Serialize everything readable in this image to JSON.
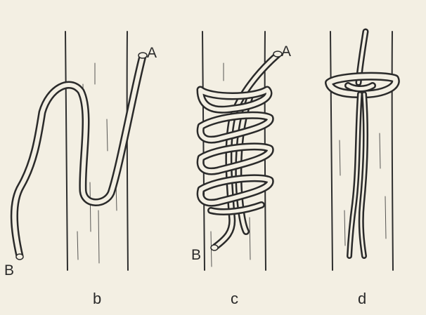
{
  "panels": [
    {
      "caption": "b",
      "rope_ends": [
        "A",
        "B"
      ]
    },
    {
      "caption": "c",
      "rope_ends": [
        "A",
        "B"
      ]
    },
    {
      "caption": "d",
      "rope_ends": []
    }
  ],
  "colors": {
    "background": "#f3efe3",
    "ink": "#2a2a2a"
  }
}
